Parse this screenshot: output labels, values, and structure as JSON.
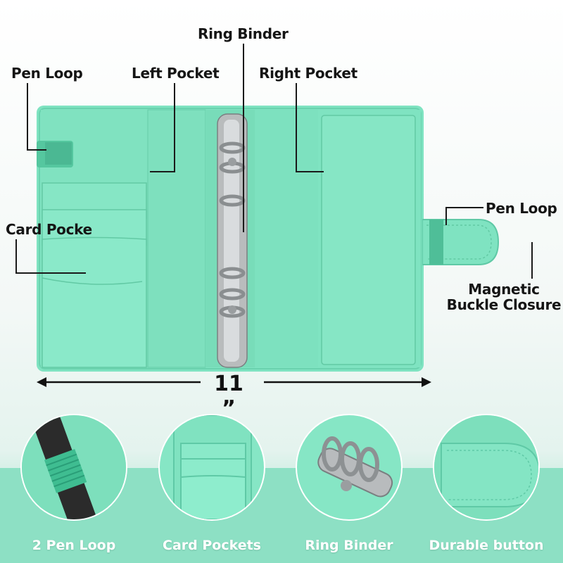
{
  "callouts": {
    "ring_binder": "Ring Binder",
    "pen_loop_left": "Pen Loop",
    "left_pocket": "Left Pocket",
    "right_pocket": "Right Pocket",
    "pen_loop_right": "Pen Loop",
    "card_pocket": "Card Pocke",
    "magnetic_line1": "Magnetic",
    "magnetic_line2": "Buckle Closure"
  },
  "dimension": {
    "width_text": "11 ”"
  },
  "features": [
    {
      "caption": "2 Pen Loop",
      "icon": "pen-loop-closeup"
    },
    {
      "caption": "Card Pockets",
      "icon": "card-pockets-closeup"
    },
    {
      "caption": "Ring Binder",
      "icon": "ring-binder-closeup"
    },
    {
      "caption": "Durable button",
      "icon": "button-closeup"
    }
  ],
  "colors": {
    "binder_green": "#7fe3c1",
    "binder_dark": "#5fc9a6",
    "band": "#8de0c4",
    "text": "#151515"
  }
}
